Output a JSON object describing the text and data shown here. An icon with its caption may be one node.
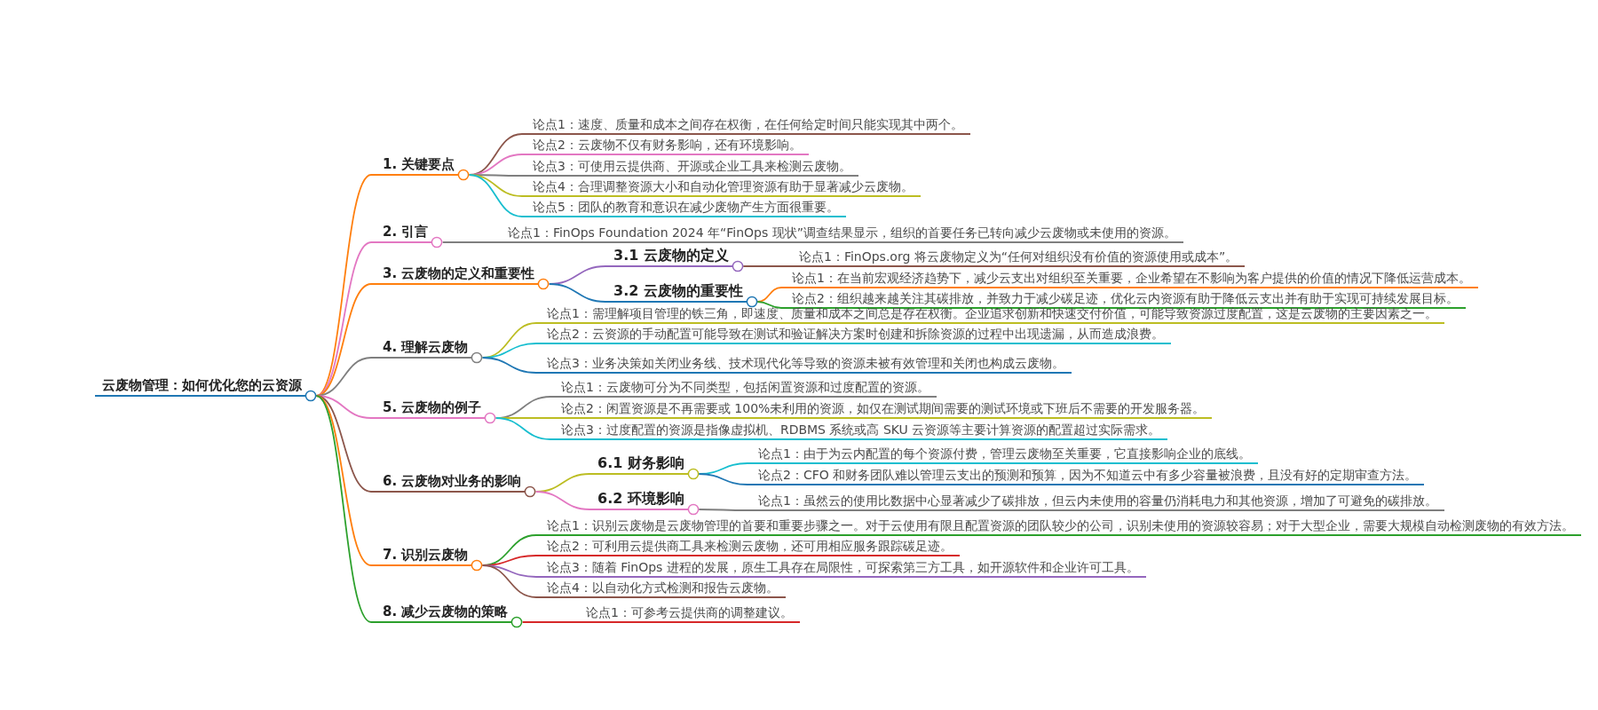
{
  "diagram": {
    "nodes": [
      {
        "text": [
          "云废物管理：如何优化您的云资源"
        ]
      },
      {
        "text": [
          "1. 关键要点"
        ]
      },
      {
        "text": [
          "论点1：速度、质量和成本之间存在权衡，在任何给定时间只能实现其中两个。"
        ]
      },
      {
        "text": [
          "论点2：云废物不仅有财务影响，还有环境影响。"
        ]
      },
      {
        "text": [
          "论点3：可使用云提供商、开源或企业工具来检测云废物。"
        ]
      },
      {
        "text": [
          "论点4：合理调整资源大小和自动化管理资源有助于显著减少云废物。"
        ]
      },
      {
        "text": [
          "论点5：团队的教育和意识在减少废物产生方面很重要。"
        ]
      },
      {
        "text": [
          "2. 引言"
        ]
      },
      {
        "text": [
          "论点1：FinOps Foundation 2024 年“FinOps 现状”调查结果显示，组织的首要任务已转向减少云废物或未使用的资源。"
        ]
      },
      {
        "text": [
          "3. 云废物的定义和重要性"
        ]
      },
      {
        "text": [
          "3.1 云废物的定义"
        ]
      },
      {
        "text": [
          "论点1：FinOps.org 将云废物定义为“任何对组织没有价值的资源使用或成本”。"
        ]
      },
      {
        "text": [
          "3.2 云废物的重要性"
        ]
      },
      {
        "text": [
          "论点1：在当前宏观经济趋势下，减少云支出对组织至关重要，企业希望在不影响为客户提供的价值的情况下降低运营成本。"
        ]
      },
      {
        "text": [
          "论点2：组织越来越关注其碳排放，并致力于减少碳足迹，优化云内资源有助于降低云支出并有助于实现可持续发展目标。"
        ]
      },
      {
        "text": [
          "4. 理解云废物"
        ]
      },
      {
        "text": [
          "论点1：需理解项目管理的铁三角，即速度、质量和成本之间总是存在权衡。企业追求创新和快速交付价值，可能导致资源过度配置，这是云废物的主要因素之一。"
        ]
      },
      {
        "text": [
          "论点2：云资源的手动配置可能导致在测试和验证解决方案时创建和拆除资源的过程中出现遗漏，从而造成浪费。"
        ]
      },
      {
        "text": [
          "论点3：业务决策如关闭业务线、技术现代化等导致的资源未被有效管理和关闭也构成云废物。"
        ]
      },
      {
        "text": [
          "5. 云废物的例子"
        ]
      },
      {
        "text": [
          "论点1：云废物可分为不同类型，包括闲置资源和过度配置的资源。"
        ]
      },
      {
        "text": [
          "论点2：闲置资源是不再需要或 100%未利用的资源，如仅在测试期间需要的测试环境或下班后不需要的开发服务器。"
        ]
      },
      {
        "text": [
          "论点3：过度配置的资源是指像虚拟机、RDBMS 系统或高 SKU 云资源等主要计算资源的配置超过实际需求。"
        ]
      },
      {
        "text": [
          "6. 云废物对业务的影响"
        ]
      },
      {
        "text": [
          "6.1 财务影响"
        ]
      },
      {
        "text": [
          "论点1：由于为云内配置的每个资源付费，管理云废物至关重要，它直接影响企业的底线。"
        ]
      },
      {
        "text": [
          "论点2：CFO 和财务团队难以管理云支出的预测和预算，因为不知道云中有多少容量被浪费，且没有好的定期审查方法。"
        ]
      },
      {
        "text": [
          "6.2 环境影响"
        ]
      },
      {
        "text": [
          "论点1：虽然云的使用比数据中心显著减少了碳排放，但云内未使用的容量仍消耗电力和其他资源，增加了可避免的碳排放。"
        ]
      },
      {
        "text": [
          "7. 识别云废物"
        ]
      },
      {
        "text": [
          "论点1：识别云废物是云废物管理的首要和重要步骤之一。对于云使用有限且配置资源的团队较少的公司，识别未使用的资源较容易；对于大型企业，需要大规模自动检测废物的有效方法。"
        ]
      },
      {
        "text": [
          "论点2：可利用云提供商工具来检测云废物，还可用相应服务跟踪碳足迹。"
        ]
      },
      {
        "text": [
          "论点3：随着 FinOps 进程的发展，原生工具存在局限性，可探索第三方工具，如开源软件和企业许可工具。"
        ]
      },
      {
        "text": [
          "论点4：以自动化方式检测和报告云废物。"
        ]
      },
      {
        "text": [
          "8. 减少云废物的策略"
        ]
      },
      {
        "text": [
          "论点1：可参考云提供商的调整建议。"
        ]
      }
    ],
    "edges": [
      {
        "from": 0,
        "to": 1,
        "arrow": "none",
        "color": "#ff7f0e"
      },
      {
        "from": 1,
        "to": 2,
        "arrow": "none",
        "color": "#8c564b"
      },
      {
        "from": 1,
        "to": 3,
        "arrow": "none",
        "color": "#e377c2"
      },
      {
        "from": 1,
        "to": 4,
        "arrow": "none",
        "color": "#7f7f7f"
      },
      {
        "from": 1,
        "to": 5,
        "arrow": "none",
        "color": "#bcbd22"
      },
      {
        "from": 1,
        "to": 6,
        "arrow": "none",
        "color": "#17becf"
      },
      {
        "from": 0,
        "to": 7,
        "arrow": "none",
        "color": "#e377c2"
      },
      {
        "from": 7,
        "to": 8,
        "arrow": "none",
        "color": "#7f7f7f"
      },
      {
        "from": 0,
        "to": 9,
        "arrow": "none",
        "color": "#ff7f0e"
      },
      {
        "from": 9,
        "to": 10,
        "arrow": "none",
        "color": "#9467bd"
      },
      {
        "from": 10,
        "to": 11,
        "arrow": "none",
        "color": "#8c564b"
      },
      {
        "from": 9,
        "to": 12,
        "arrow": "none",
        "color": "#1f77b4"
      },
      {
        "from": 12,
        "to": 13,
        "arrow": "none",
        "color": "#ff7f0e"
      },
      {
        "from": 12,
        "to": 14,
        "arrow": "none",
        "color": "#2ca02c"
      },
      {
        "from": 0,
        "to": 15,
        "arrow": "none",
        "color": "#7f7f7f"
      },
      {
        "from": 15,
        "to": 16,
        "arrow": "none",
        "color": "#bcbd22"
      },
      {
        "from": 15,
        "to": 17,
        "arrow": "none",
        "color": "#17becf"
      },
      {
        "from": 15,
        "to": 18,
        "arrow": "none",
        "color": "#1f77b4"
      },
      {
        "from": 0,
        "to": 19,
        "arrow": "none",
        "color": "#e377c2"
      },
      {
        "from": 19,
        "to": 20,
        "arrow": "none",
        "color": "#7f7f7f"
      },
      {
        "from": 19,
        "to": 21,
        "arrow": "none",
        "color": "#bcbd22"
      },
      {
        "from": 19,
        "to": 22,
        "arrow": "none",
        "color": "#17becf"
      },
      {
        "from": 0,
        "to": 23,
        "arrow": "none",
        "color": "#8c564b"
      },
      {
        "from": 23,
        "to": 24,
        "arrow": "none",
        "color": "#bcbd22"
      },
      {
        "from": 24,
        "to": 25,
        "arrow": "none",
        "color": "#17becf"
      },
      {
        "from": 24,
        "to": 26,
        "arrow": "none",
        "color": "#1f77b4"
      },
      {
        "from": 23,
        "to": 27,
        "arrow": "none",
        "color": "#e377c2"
      },
      {
        "from": 27,
        "to": 28,
        "arrow": "none",
        "color": "#7f7f7f"
      },
      {
        "from": 0,
        "to": 29,
        "arrow": "none",
        "color": "#ff7f0e"
      },
      {
        "from": 29,
        "to": 30,
        "arrow": "none",
        "color": "#2ca02c"
      },
      {
        "from": 29,
        "to": 31,
        "arrow": "none",
        "color": "#d62728"
      },
      {
        "from": 29,
        "to": 32,
        "arrow": "none",
        "color": "#9467bd"
      },
      {
        "from": 29,
        "to": 33,
        "arrow": "none",
        "color": "#8c564b"
      },
      {
        "from": 0,
        "to": 34,
        "arrow": "none",
        "color": "#2ca02c"
      },
      {
        "from": 34,
        "to": 35,
        "arrow": "none",
        "color": "#d62728"
      }
    ]
  }
}
